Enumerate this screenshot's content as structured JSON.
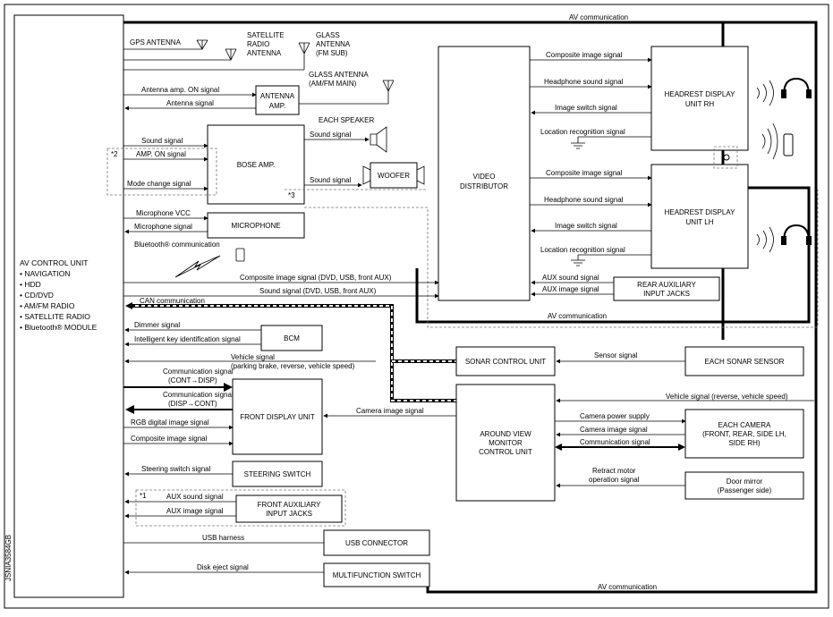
{
  "av_control_unit": {
    "title": "AV CONTROL UNIT",
    "items": [
      "• NAVIGATION",
      "• HDD",
      "• CD/DVD",
      "• AM/FM RADIO",
      "• SATELLITE RADIO",
      "• Bluetooth® MODULE"
    ]
  },
  "antennas": {
    "gps": "GPS ANTENNA",
    "satellite": [
      "SATELLITE",
      "RADIO",
      "ANTENNA"
    ],
    "glass_fm": [
      "GLASS",
      "ANTENNA",
      "(FM SUB)"
    ],
    "glass_am": [
      "GLASS ANTENNA",
      "(AM/FM MAIN)"
    ]
  },
  "antenna_amp": {
    "label": [
      "ANTENNA",
      "AMP."
    ],
    "on_signal": "Antenna amp. ON signal",
    "signal": "Antenna signal"
  },
  "bose_amp": {
    "label": "BOSE AMP.",
    "sound_signal": "Sound signal",
    "amp_on": "AMP. ON signal",
    "mode_change": "Mode change signal",
    "note2": "*2",
    "note3": "*3"
  },
  "speaker": {
    "each": "EACH SPEAKER",
    "sound1": "Sound signal",
    "sound2": "Sound signal",
    "woofer": "WOOFER"
  },
  "microphone": {
    "label": "MICROPHONE",
    "vcc": "Microphone VCC",
    "signal": "Microphone signal"
  },
  "bluetooth": "Bluetooth® communication",
  "video_distributor": {
    "label": [
      "VIDEO",
      "DISTRIBUTOR"
    ]
  },
  "composite_main": "Composite image signal (DVD, USB, front AUX)",
  "sound_main": "Sound signal (DVD, USB, front AUX)",
  "headrest_rh": {
    "label": [
      "HEADREST DISPLAY",
      "UNIT RH"
    ],
    "composite": "Composite image signal",
    "headphone": "Headphone sound signal",
    "switch": "Image switch signal",
    "location": "Location recognition signal"
  },
  "headrest_lh": {
    "label": [
      "HEADREST DISPLAY",
      "UNIT LH"
    ],
    "composite": "Composite image signal",
    "headphone": "Headphone sound signal",
    "switch": "Image switch signal",
    "location": "Location recognition signal"
  },
  "rear_aux": {
    "label": [
      "REAR AUXILIARY",
      "INPUT JACKS"
    ],
    "sound": "AUX sound signal",
    "image": "AUX image signal"
  },
  "av_comm": "AV communication",
  "can_comm": "CAN communication",
  "bcm": {
    "label": "BCM",
    "dimmer": "Dimmer signal",
    "key": "Intelligent key identification signal"
  },
  "vehicle_signal": [
    "Vehicle signal",
    "(parking brake, reverse, vehicle speed)"
  ],
  "front_display": {
    "label": "FRONT DISPLAY UNIT",
    "comm1": [
      "Communication signal",
      "(CONT→DISP)"
    ],
    "comm2": [
      "Communication signal",
      "(DISP→CONT)"
    ],
    "rgb": "RGB digital image signal",
    "composite": "Composite image signal",
    "camera": "Camera image signal"
  },
  "sonar": {
    "unit": "SONAR CONTROL UNIT",
    "sensor": "EACH SONAR SENSOR",
    "signal": "Sensor signal"
  },
  "around_view": {
    "label": [
      "AROUND VIEW",
      "MONITOR",
      "CONTROL UNIT"
    ],
    "vehicle": "Vehicle signal (reverse, vehicle speed)"
  },
  "camera": {
    "label": [
      "EACH CAMERA",
      "(FRONT, REAR, SIDE LH,",
      "SIDE RH)"
    ],
    "power": "Camera power supply",
    "image": "Camera image signal",
    "comm": "Communication signal"
  },
  "mirror": {
    "label": [
      "Door mirror",
      "(Passenger side)"
    ],
    "retract": [
      "Retract motor",
      "operation signal"
    ]
  },
  "steering": {
    "label": "STEERING SWITCH",
    "signal": "Steering switch signal"
  },
  "front_aux": {
    "label": [
      "FRONT AUXILIARY",
      "INPUT JACKS"
    ],
    "sound": "AUX sound signal",
    "image": "AUX image signal",
    "note1": "*1"
  },
  "usb": {
    "label": "USB CONNECTOR",
    "harness": "USB harness"
  },
  "multifunction": {
    "label": "MULTIFUNCTION SWITCH",
    "eject": "Disk eject signal"
  },
  "figure_code": "JSNIA3584GB"
}
